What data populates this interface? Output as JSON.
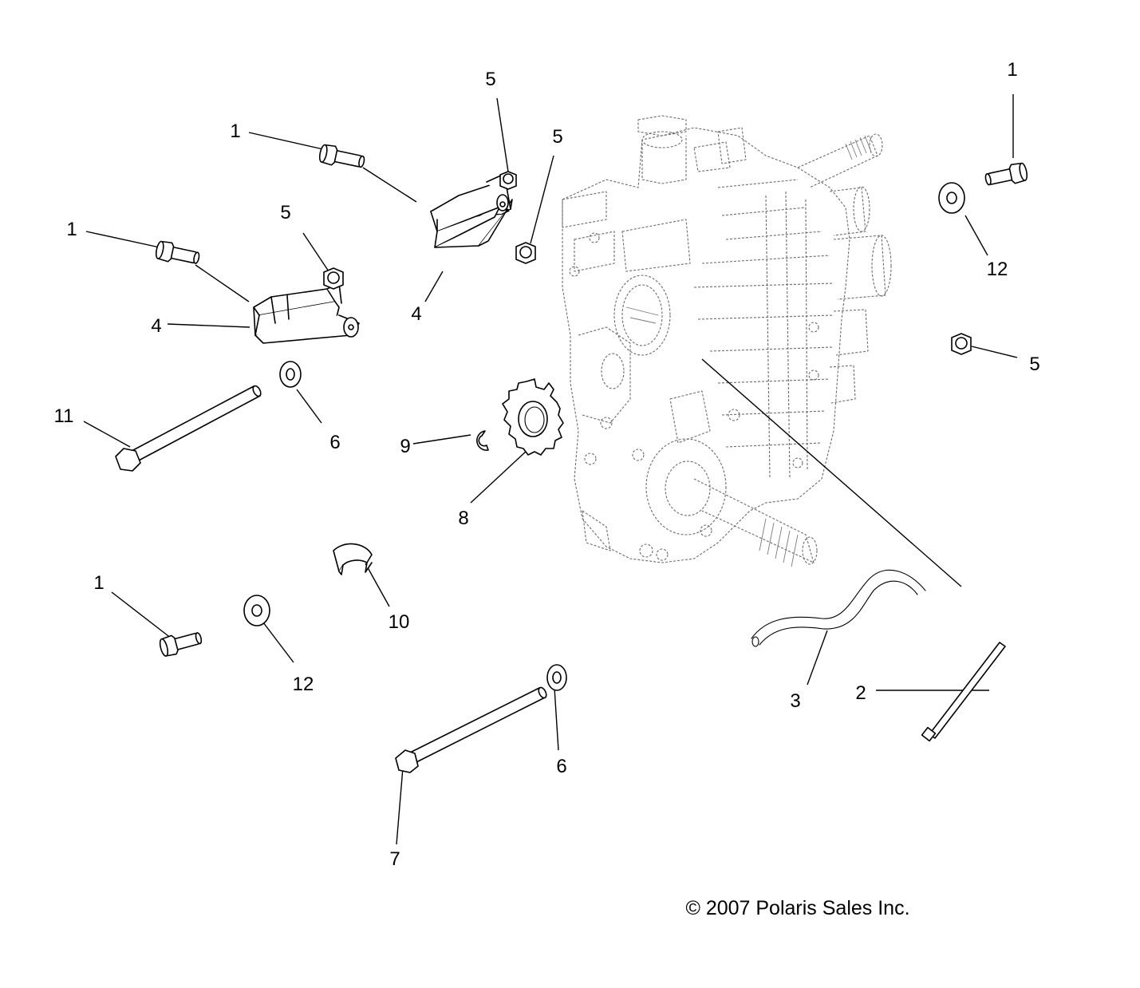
{
  "diagram": {
    "copyright": "© 2007 Polaris Sales Inc.",
    "callouts": [
      {
        "id": "c1a",
        "text": "1"
      },
      {
        "id": "c1b",
        "text": "1"
      },
      {
        "id": "c1c",
        "text": "1"
      },
      {
        "id": "c1d",
        "text": "1"
      },
      {
        "id": "c2",
        "text": "2"
      },
      {
        "id": "c3",
        "text": "3"
      },
      {
        "id": "c4a",
        "text": "4"
      },
      {
        "id": "c4b",
        "text": "4"
      },
      {
        "id": "c5a",
        "text": "5"
      },
      {
        "id": "c5b",
        "text": "5"
      },
      {
        "id": "c5c",
        "text": "5"
      },
      {
        "id": "c5d",
        "text": "5"
      },
      {
        "id": "c6a",
        "text": "6"
      },
      {
        "id": "c6b",
        "text": "6"
      },
      {
        "id": "c7",
        "text": "7"
      },
      {
        "id": "c8",
        "text": "8"
      },
      {
        "id": "c9",
        "text": "9"
      },
      {
        "id": "c10",
        "text": "10"
      },
      {
        "id": "c11",
        "text": "11"
      },
      {
        "id": "c12a",
        "text": "12"
      },
      {
        "id": "c12b",
        "text": "12"
      }
    ]
  }
}
